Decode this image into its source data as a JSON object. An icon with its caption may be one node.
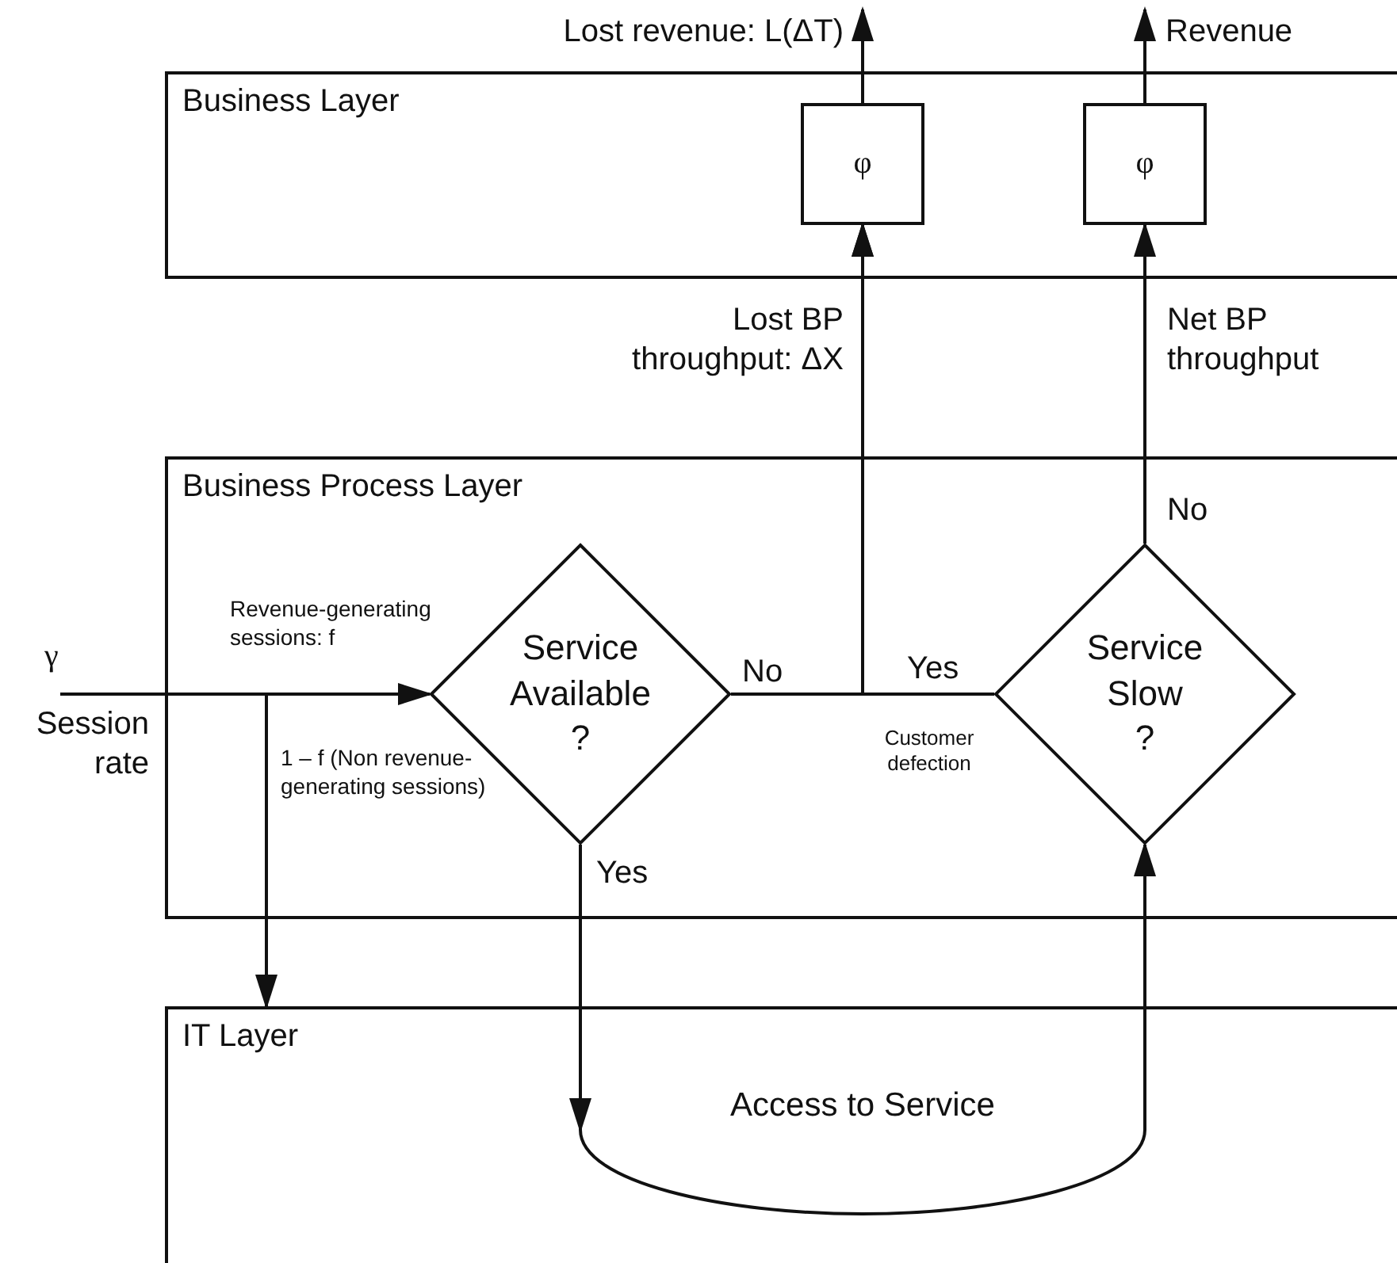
{
  "diagram": {
    "nodes": [
      {
        "text": [
          "Business Layer"
        ]
      },
      {
        "text": [
          "φ"
        ],
        "in": 0
      },
      {
        "text": [
          "φ"
        ],
        "in": 0
      },
      {
        "text": [
          "Business Process Layer"
        ]
      },
      {
        "text": [
          "Service Available ?"
        ],
        "in": 3
      },
      {
        "text": [
          "Service Slow ?"
        ],
        "in": 3
      },
      {
        "text": [
          "IT Layer"
        ]
      },
      {
        "text": [
          "Access to Service"
        ],
        "in": 6
      }
    ],
    "edges": [
      {
        "from": null,
        "to": 4,
        "arrow": "to",
        "label": "Revenue-generating sessions: f"
      },
      {
        "from": null,
        "to": 6,
        "arrow": "to",
        "label": "1 – f (Non revenue-generating sessions)"
      },
      {
        "from": 4,
        "to": 1,
        "arrow": "to",
        "label": "No"
      },
      {
        "from": 5,
        "to": 1,
        "arrow": "to",
        "label": "Yes"
      },
      {
        "from": 5,
        "to": 2,
        "arrow": "to",
        "label": "No"
      },
      {
        "from": 1,
        "to": null,
        "arrow": "to",
        "label": "Lost revenue: L(ΔT)"
      },
      {
        "from": 2,
        "to": null,
        "arrow": "to",
        "label": "Revenue"
      },
      {
        "from": 4,
        "to": 7,
        "arrow": "to",
        "label": "Yes"
      },
      {
        "from": 7,
        "to": 5,
        "arrow": "to"
      }
    ],
    "labels": [
      "γ",
      "Session rate",
      "Lost BP throughput: ΔX",
      "Customer defection",
      "Net BP throughput"
    ]
  }
}
